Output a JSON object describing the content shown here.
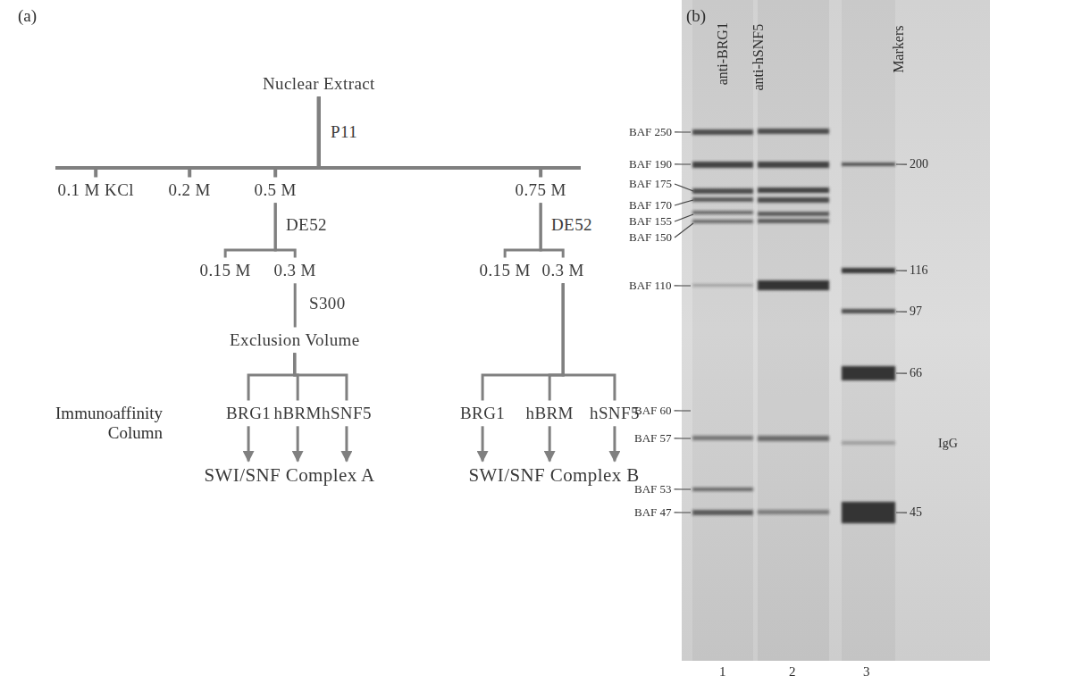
{
  "diagram": {
    "nodes": [
      {
        "text": [
          "Nuclear Extract"
        ]
      },
      {
        "text": [
          "0.1 M KCl"
        ]
      },
      {
        "text": [
          "0.2 M"
        ]
      },
      {
        "text": [
          "0.5 M"
        ]
      },
      {
        "text": [
          "0.75 M"
        ]
      },
      {
        "text": [
          "0.15 M"
        ]
      },
      {
        "text": [
          "0.3 M"
        ]
      },
      {
        "text": [
          "Exclusion Volume"
        ]
      },
      {
        "text": [
          "0.15 M"
        ]
      },
      {
        "text": [
          "0.3 M"
        ]
      },
      {
        "text": [
          "BRG1"
        ]
      },
      {
        "text": [
          "hBRM"
        ]
      },
      {
        "text": [
          "hSNF5"
        ]
      },
      {
        "text": [
          "BRG1"
        ]
      },
      {
        "text": [
          "hBRM"
        ]
      },
      {
        "text": [
          "hSNF5"
        ]
      },
      {
        "text": [
          "SWI/SNF Complex A"
        ]
      },
      {
        "text": [
          "SWI/SNF Complex B"
        ]
      }
    ],
    "edges": [
      {
        "from": 0,
        "to": 1,
        "arrow": "none",
        "label": "P11"
      },
      {
        "from": 0,
        "to": 2,
        "arrow": "none"
      },
      {
        "from": 0,
        "to": 3,
        "arrow": "none"
      },
      {
        "from": 0,
        "to": 4,
        "arrow": "none"
      },
      {
        "from": 3,
        "to": 5,
        "arrow": "none",
        "label": "DE52"
      },
      {
        "from": 3,
        "to": 6,
        "arrow": "none"
      },
      {
        "from": 6,
        "to": 7,
        "arrow": "none",
        "label": "S300"
      },
      {
        "from": 7,
        "to": 10,
        "arrow": "none"
      },
      {
        "from": 7,
        "to": 11,
        "arrow": "none"
      },
      {
        "from": 7,
        "to": 12,
        "arrow": "none"
      },
      {
        "from": 10,
        "to": 16,
        "arrow": "to"
      },
      {
        "from": 11,
        "to": 16,
        "arrow": "to"
      },
      {
        "from": 12,
        "to": 16,
        "arrow": "to"
      },
      {
        "from": 4,
        "to": 8,
        "arrow": "none",
        "label": "DE52"
      },
      {
        "from": 4,
        "to": 9,
        "arrow": "none"
      },
      {
        "from": 9,
        "to": 13,
        "arrow": "none"
      },
      {
        "from": 9,
        "to": 14,
        "arrow": "none"
      },
      {
        "from": 9,
        "to": 15,
        "arrow": "none"
      },
      {
        "from": 13,
        "to": 17,
        "arrow": "to"
      },
      {
        "from": 14,
        "to": 17,
        "arrow": "to"
      },
      {
        "from": 15,
        "to": 17,
        "arrow": "to"
      }
    ],
    "labels": [
      "(a)",
      "Immunoaffinity Column",
      "(b)",
      "anti-BRG1",
      "anti-hSNF5",
      "Markers",
      "BAF 250",
      "BAF 190",
      "BAF 175",
      "BAF 170",
      "BAF 155",
      "BAF 150",
      "BAF 110",
      "BAF 60",
      "BAF 57",
      "BAF 53",
      "BAF 47",
      "200",
      "116",
      "97",
      "66",
      "IgG",
      "45",
      "1",
      "2",
      "3"
    ]
  }
}
